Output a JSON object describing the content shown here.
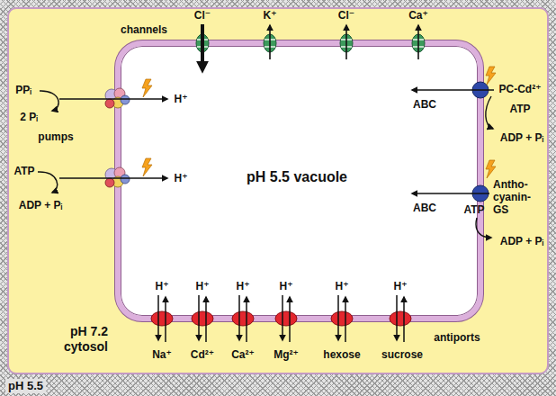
{
  "diagram": {
    "nodes": [
      {
        "text": [
          "pH 5.5"
        ]
      },
      {
        "text": [
          "pH 7.2 cytosol"
        ],
        "in": 0
      },
      {
        "text": [
          "pH 5.5 vacuole"
        ],
        "in": 1
      }
    ],
    "labels": [
      "channels",
      "Cl⁻",
      "K⁺",
      "Cl⁻",
      "Ca⁺",
      "PPᵢ",
      "2 Pᵢ",
      "pumps",
      "H⁺",
      "ATP",
      "ADP + Pᵢ",
      "H⁺",
      "ABC",
      "PC-Cd²⁺",
      "ATP",
      "ADP + Pᵢ",
      "ABC",
      "Antho- cyanin- GS",
      "ATP",
      "ADP + Pᵢ",
      "H⁺",
      "H⁺",
      "H⁺",
      "H⁺",
      "H⁺",
      "H⁺",
      "Na⁺",
      "Cd²⁺",
      "Ca²⁺",
      "Mg²⁺",
      "hexose",
      "sucrose",
      "antiports"
    ]
  }
}
